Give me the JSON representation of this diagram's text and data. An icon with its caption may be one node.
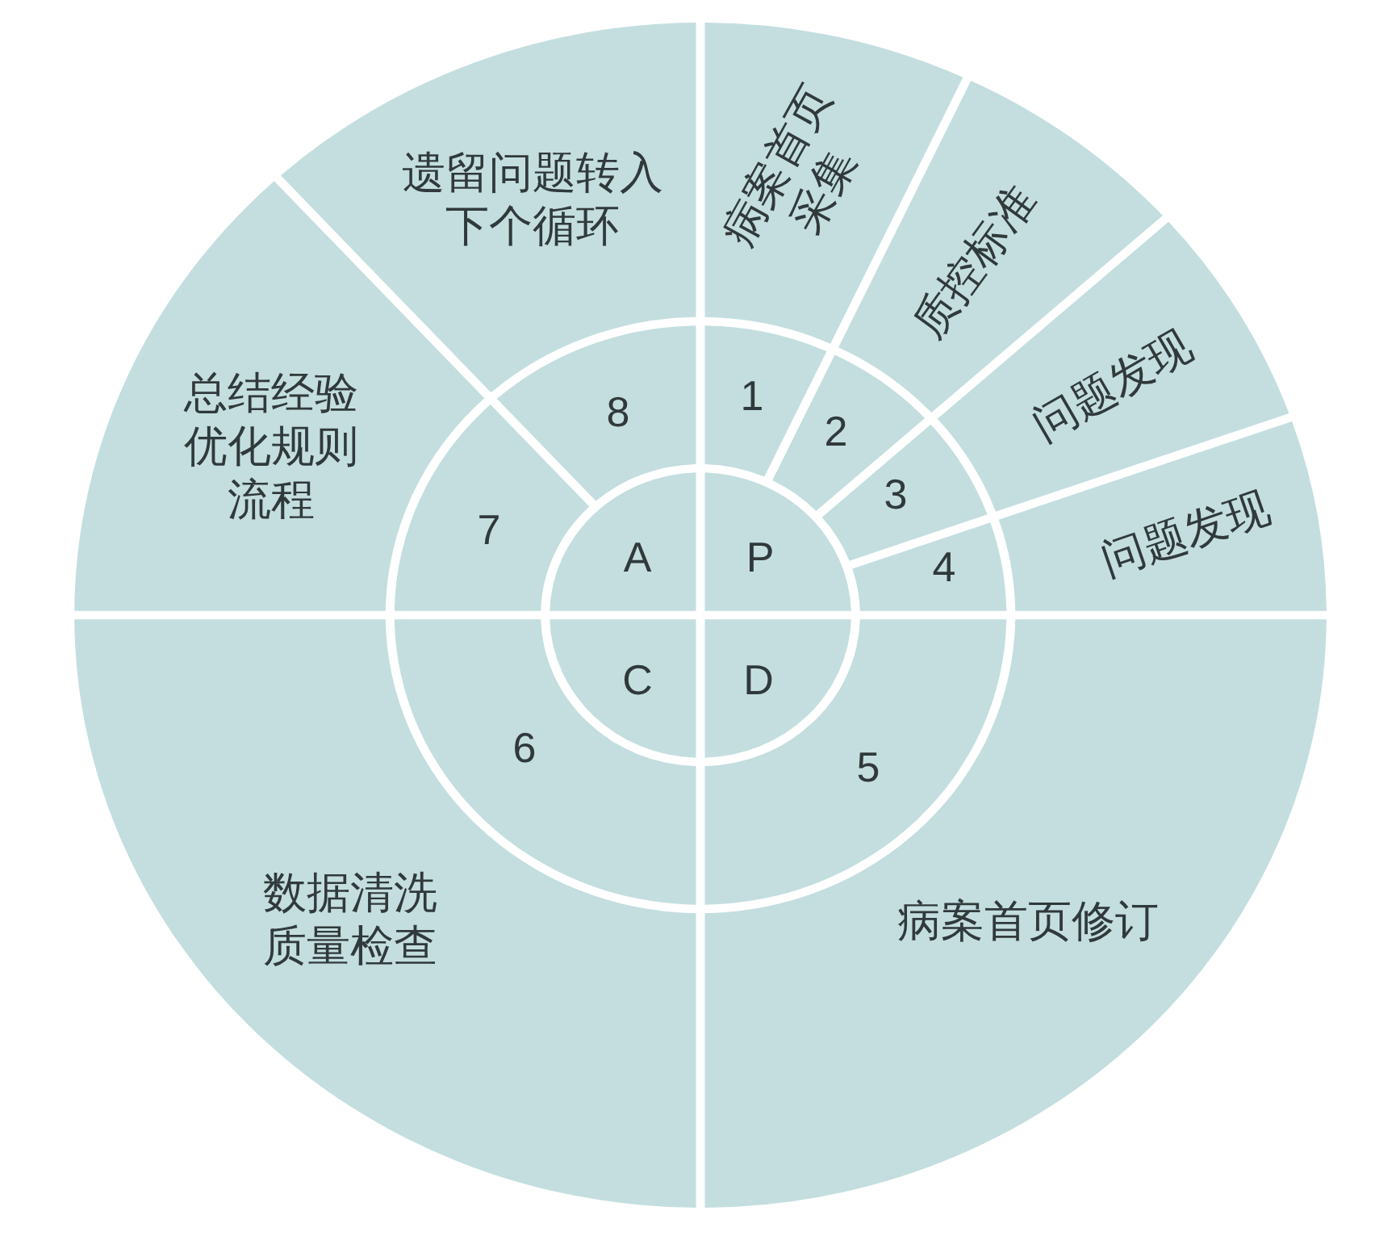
{
  "diagram": {
    "nodes": [
      {
        "text": [
          "P"
        ]
      },
      {
        "text": [
          "D"
        ]
      },
      {
        "text": [
          "C"
        ]
      },
      {
        "text": [
          "A"
        ]
      },
      {
        "text": [
          "1"
        ]
      },
      {
        "text": [
          "2"
        ]
      },
      {
        "text": [
          "3"
        ]
      },
      {
        "text": [
          "4"
        ]
      },
      {
        "text": [
          "5"
        ]
      },
      {
        "text": [
          "6"
        ]
      },
      {
        "text": [
          "7"
        ]
      },
      {
        "text": [
          "8"
        ]
      },
      {
        "text": [
          "病案首页采集"
        ]
      },
      {
        "text": [
          "质控标准"
        ]
      },
      {
        "text": [
          "问题发现"
        ]
      },
      {
        "text": [
          "问题发现"
        ]
      },
      {
        "text": [
          "病案首页修订"
        ]
      },
      {
        "text": [
          "数据清洗质量检查"
        ]
      },
      {
        "text": [
          "总结经验优化规则流程"
        ]
      },
      {
        "text": [
          "遗留问题转入下个循环"
        ]
      }
    ]
  }
}
